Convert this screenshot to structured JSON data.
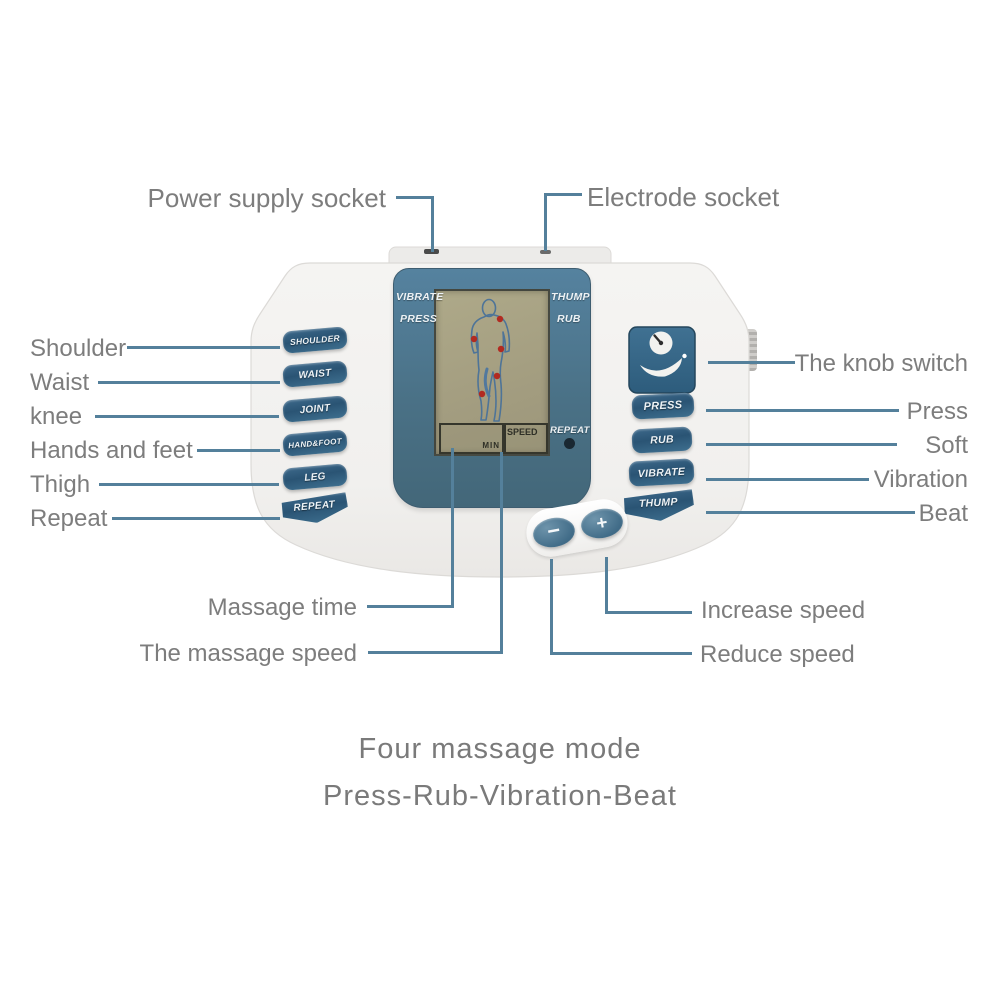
{
  "callouts": {
    "power_supply_socket": "Power supply socket",
    "electrode_socket": "Electrode socket",
    "left": [
      "Shoulder",
      "Waist",
      "knee",
      "Hands and feet",
      "Thigh",
      "Repeat"
    ],
    "right": [
      "The knob switch",
      "Press",
      "Soft",
      "Vibration",
      "Beat"
    ],
    "massage_time": "Massage time",
    "massage_speed": "The massage speed",
    "increase_speed": "Increase speed",
    "reduce_speed": "Reduce speed"
  },
  "device": {
    "screen": {
      "vibrate": "VIBRATE",
      "press": "PRESS",
      "thump": "THUMP",
      "rub": "RUB",
      "repeat": "REPEAT",
      "min": "MIN",
      "speed": "SPEED"
    },
    "left_buttons": [
      "SHOULDER",
      "WAIST",
      "JOINT",
      "HAND&FOOT",
      "LEG",
      "REPEAT"
    ],
    "right_buttons": [
      "PRESS",
      "RUB",
      "VIBRATE",
      "THUMP"
    ],
    "minus": "−",
    "plus": "+"
  },
  "footer": {
    "line1": "Four massage mode",
    "line2": "Press-Rub-Vibration-Beat"
  },
  "colors": {
    "label_text": "#7d7d7d",
    "callout_line": "#54809b",
    "device_body": "#f1f0ee",
    "bezel_blue": "#4a7186",
    "lcd_olive": "#a7a187",
    "button_teal": "#2e5a78",
    "point_red": "#b22a20"
  }
}
